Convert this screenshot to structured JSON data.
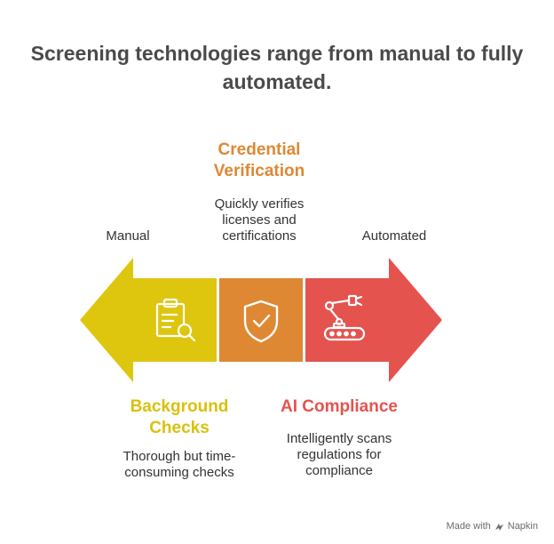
{
  "title_lines": [
    "Screening technologies range from manual to fully",
    "automated."
  ],
  "labels": {
    "manual": "Manual",
    "automated": "Automated"
  },
  "stages": [
    {
      "heading_lines": [
        "Background",
        "Checks"
      ],
      "desc_lines": [
        "Thorough but time-",
        "consuming checks"
      ],
      "color": "#DEC60F",
      "icon": "clipboard-search-icon"
    },
    {
      "heading_lines": [
        "Credential",
        "Verification"
      ],
      "desc_lines": [
        "Quickly verifies",
        "licenses and",
        "certifications"
      ],
      "color": "#DE8834",
      "icon": "shield-check-icon"
    },
    {
      "heading_lines": [
        "AI Compliance"
      ],
      "desc_lines": [
        "Intelligently scans",
        "regulations for",
        "compliance"
      ],
      "color": "#E5534F",
      "icon": "robot-arm-icon"
    }
  ],
  "colors": {
    "heading_background": "#D8C10E",
    "heading_credential": "#DE8834",
    "heading_ai": "#E5534F",
    "text": "#4a4a4a"
  },
  "footer": {
    "made_with": "Made with",
    "brand": "Napkin"
  }
}
